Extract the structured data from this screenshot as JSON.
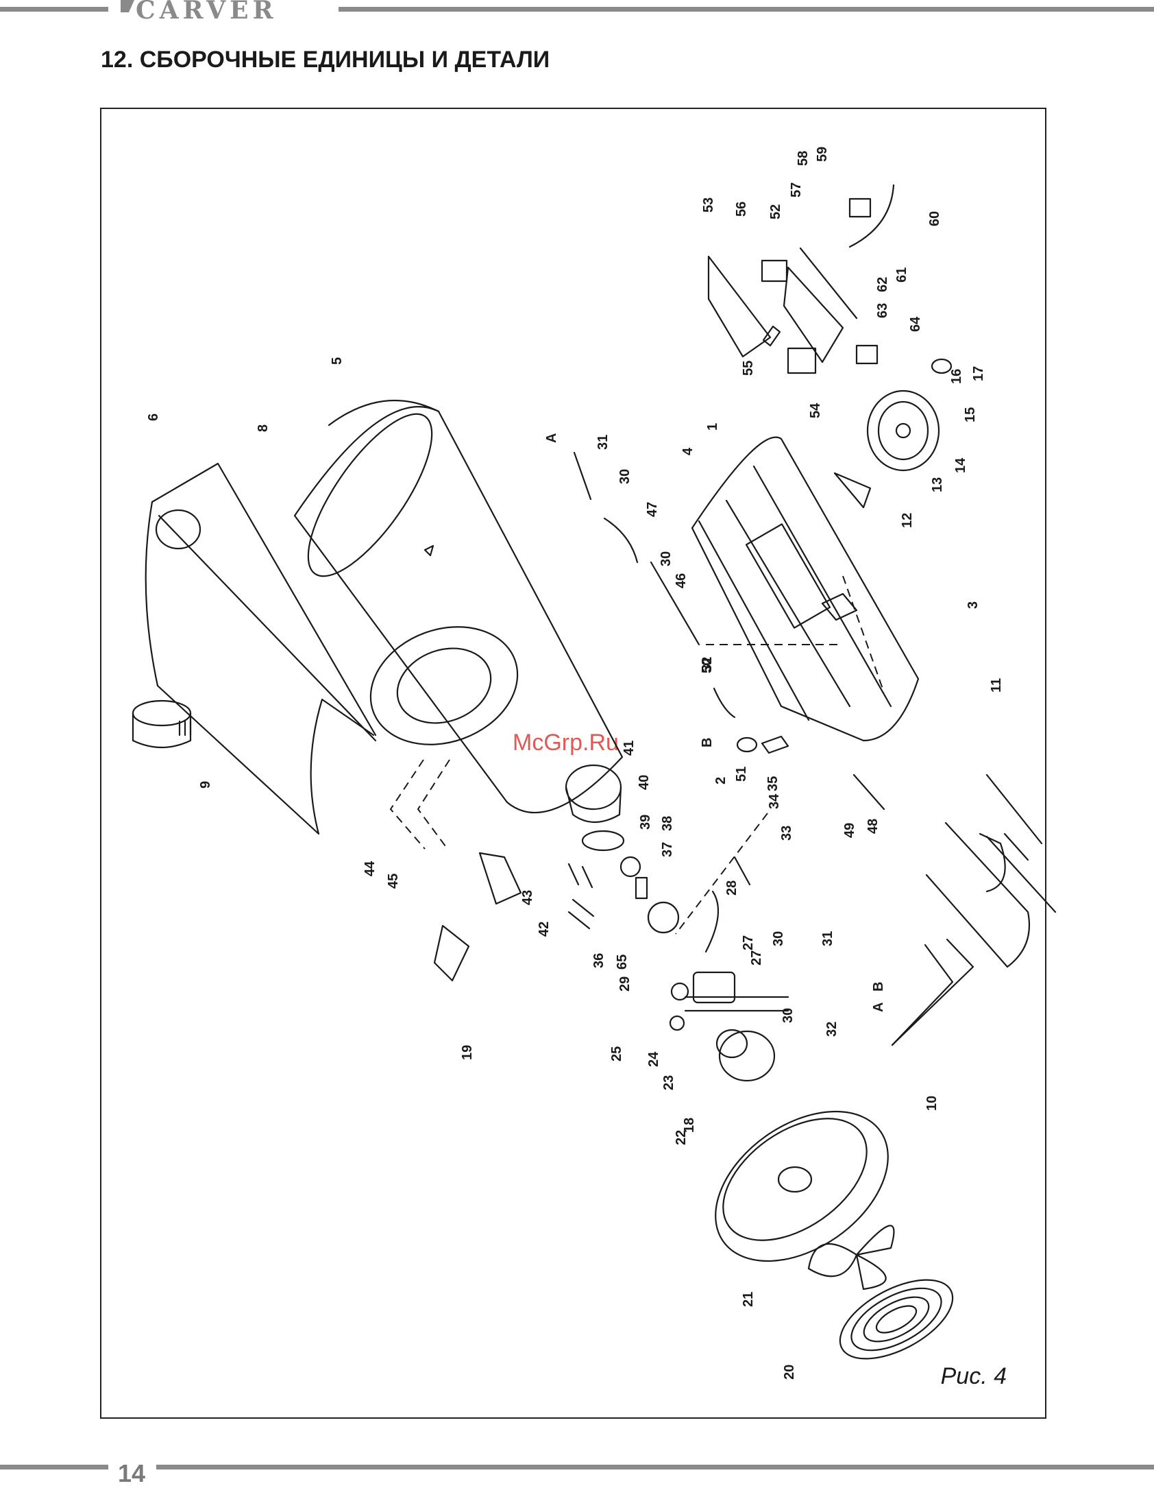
{
  "header": {
    "brand": "CARVER"
  },
  "section_title": "12. СБОРОЧНЫЕ ЕДИНИЦЫ И ДЕТАЛИ",
  "figure": {
    "caption": "Рис. 4",
    "watermark": "McGrp.Ru",
    "part_labels": [
      "1",
      "2",
      "3",
      "4",
      "5",
      "6",
      "8",
      "9",
      "10",
      "11",
      "12",
      "13",
      "14",
      "15",
      "16",
      "17",
      "18",
      "19",
      "20",
      "21",
      "22",
      "23",
      "24",
      "25",
      "27",
      "27",
      "28",
      "29",
      "30",
      "30",
      "30",
      "30",
      "31",
      "31",
      "32",
      "32",
      "33",
      "34",
      "35",
      "36",
      "37",
      "38",
      "39",
      "40",
      "41",
      "42",
      "43",
      "44",
      "45",
      "46",
      "47",
      "48",
      "49",
      "50",
      "51",
      "52",
      "53",
      "54",
      "55",
      "56",
      "57",
      "58",
      "59",
      "60",
      "61",
      "62",
      "63",
      "64",
      "65",
      "А",
      "А",
      "В",
      "В"
    ]
  },
  "footer": {
    "page_number": "14"
  },
  "colors": {
    "rule": "#8a8a8a",
    "ink": "#1a1a1a",
    "watermark": "#e05a55"
  }
}
